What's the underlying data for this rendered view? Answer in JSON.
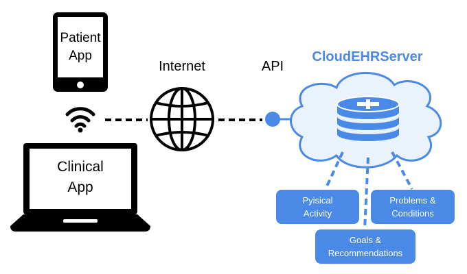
{
  "devices": {
    "patient_app": {
      "line1": "Patient",
      "line2": "App"
    },
    "clinical_app": {
      "line1": "Clinical",
      "line2": "App"
    }
  },
  "labels": {
    "internet": "Internet",
    "api": "API",
    "server": "CloudEHRServer"
  },
  "resources": [
    {
      "line1": "Pyisical",
      "line2": "Activity"
    },
    {
      "line1": "Goals &",
      "line2": "Recommendations"
    },
    {
      "line1": "Problems &",
      "line2": "Conditions"
    }
  ],
  "colors": {
    "accent": "#4a8ae6",
    "cloud_fill": "#eaf3fc",
    "line": "#000000"
  },
  "icons": {
    "wifi": "wifi-icon",
    "globe": "globe-icon",
    "database": "database-icon",
    "cloud": "cloud-icon"
  }
}
